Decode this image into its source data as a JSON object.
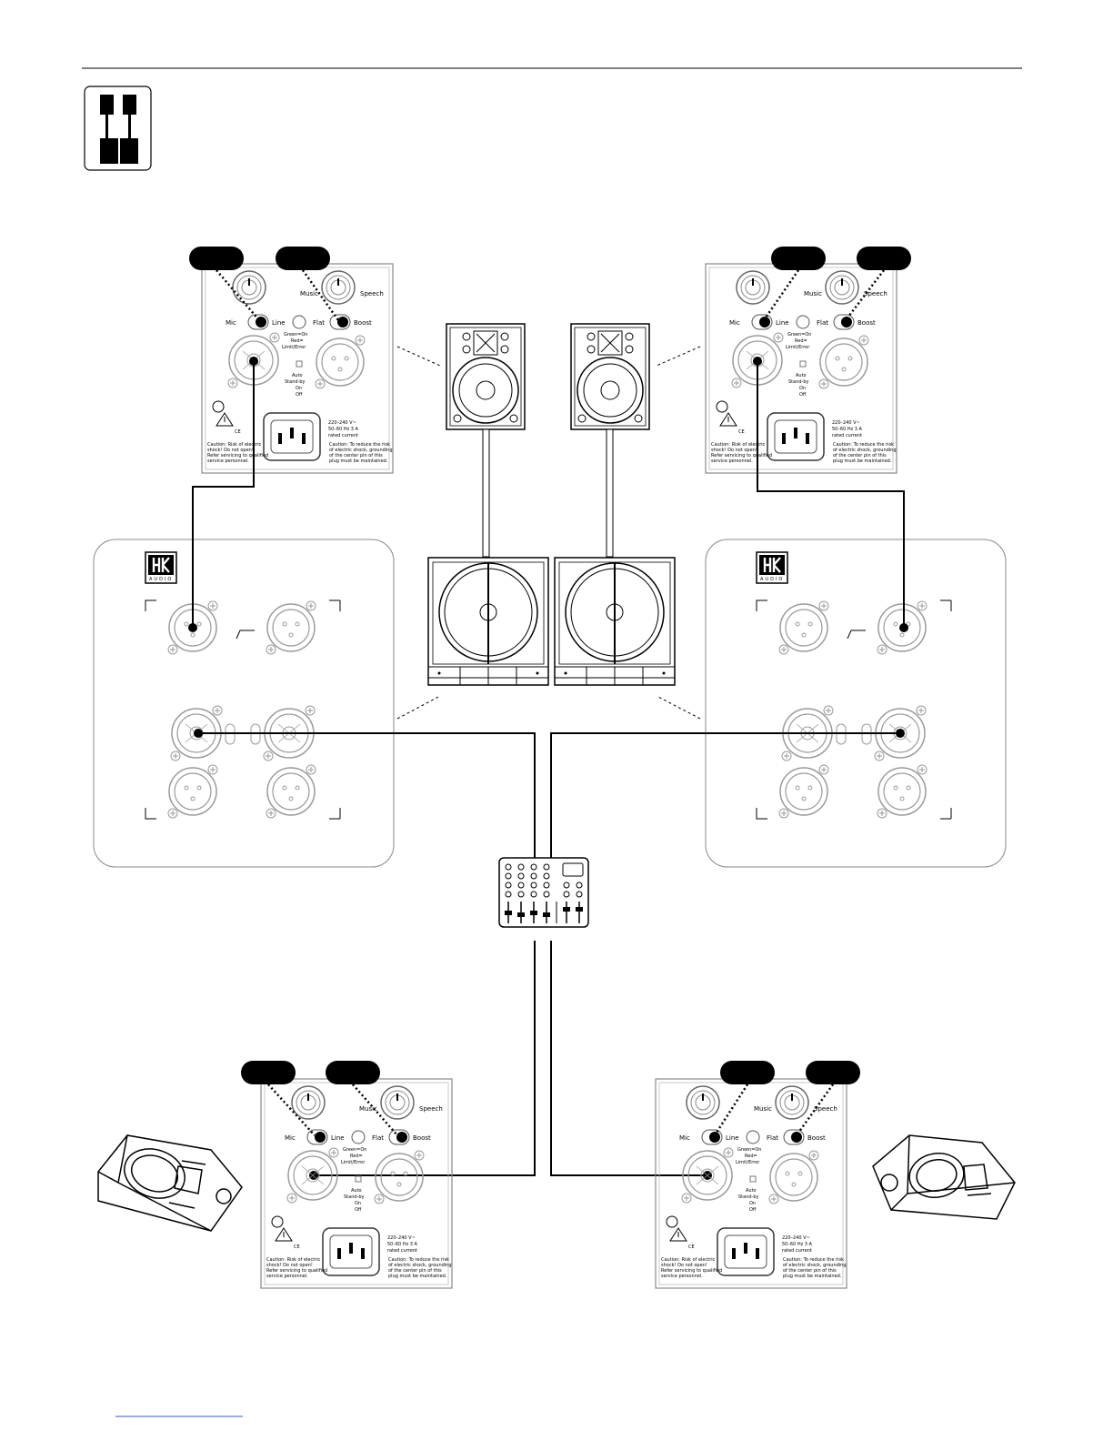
{
  "page": {
    "header_rule": true,
    "setup_icon": "stereo-top-sub-stack-icon"
  },
  "panel_labels": {
    "mic": "Mic",
    "line": "Line",
    "flat": "Flat",
    "boost": "Boost",
    "music": "Music",
    "speech": "Speech",
    "status_green": "Green=On",
    "status_red": "Red=",
    "status_limit": "Limit/Error",
    "auto": "Auto",
    "standby": "Stand-by",
    "on": "On",
    "off": "Off",
    "voltage": "220–240 V~",
    "frequency": "50–60 Hz  3 A",
    "rated": "rated current",
    "caution_left": [
      "Caution: Risk of electric",
      "shock! Do not open!",
      "Refer servicing to qualified",
      "service personnel."
    ],
    "caution_right": [
      "Caution: To reduce the risk",
      "of electric shock, grounding",
      "of the center pin of this",
      "plug must be maintained."
    ],
    "ce": "CE"
  },
  "brand": {
    "logo": "HK",
    "sub": "AUDIO"
  },
  "colors": {
    "line": "#000000",
    "panel_border": "#888888",
    "faint": "#9a9a9a",
    "tab": "#000000"
  },
  "icons": [
    "stereo-setup-icon",
    "xlr-connector-icon",
    "powercon-socket-icon",
    "mixer-icon",
    "monitor-wedge-icon",
    "top-speaker-icon",
    "subwoofer-icon"
  ]
}
